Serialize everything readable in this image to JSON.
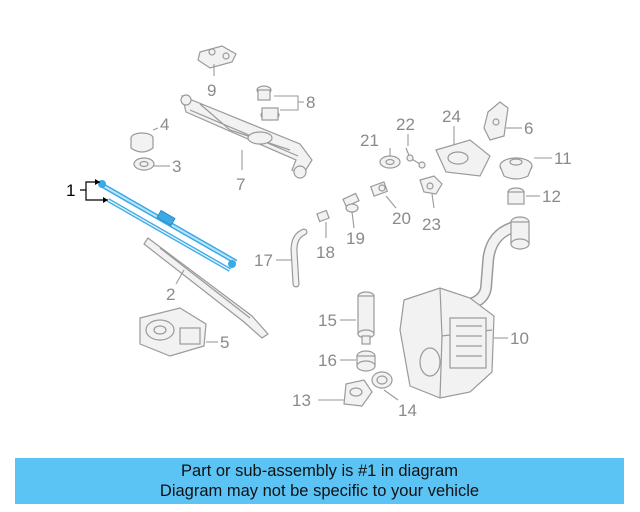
{
  "diagram": {
    "callouts": {
      "c1": "1",
      "c2": "2",
      "c3": "3",
      "c4": "4",
      "c5": "5",
      "c6": "6",
      "c7": "7",
      "c8": "8",
      "c9": "9",
      "c10": "10",
      "c11": "11",
      "c12": "12",
      "c13": "13",
      "c14": "14",
      "c15": "15",
      "c16": "16",
      "c17": "17",
      "c18": "18",
      "c19": "19",
      "c20": "20",
      "c21": "21",
      "c22": "22",
      "c23": "23",
      "c24": "24"
    },
    "highlight_color": "#5bc4f5",
    "part_color": "#9a9a9a"
  },
  "banner": {
    "line1": "Part or sub-assembly is #1 in diagram",
    "line2": "Diagram may not be specific to your vehicle",
    "background": "#5bc4f5"
  }
}
